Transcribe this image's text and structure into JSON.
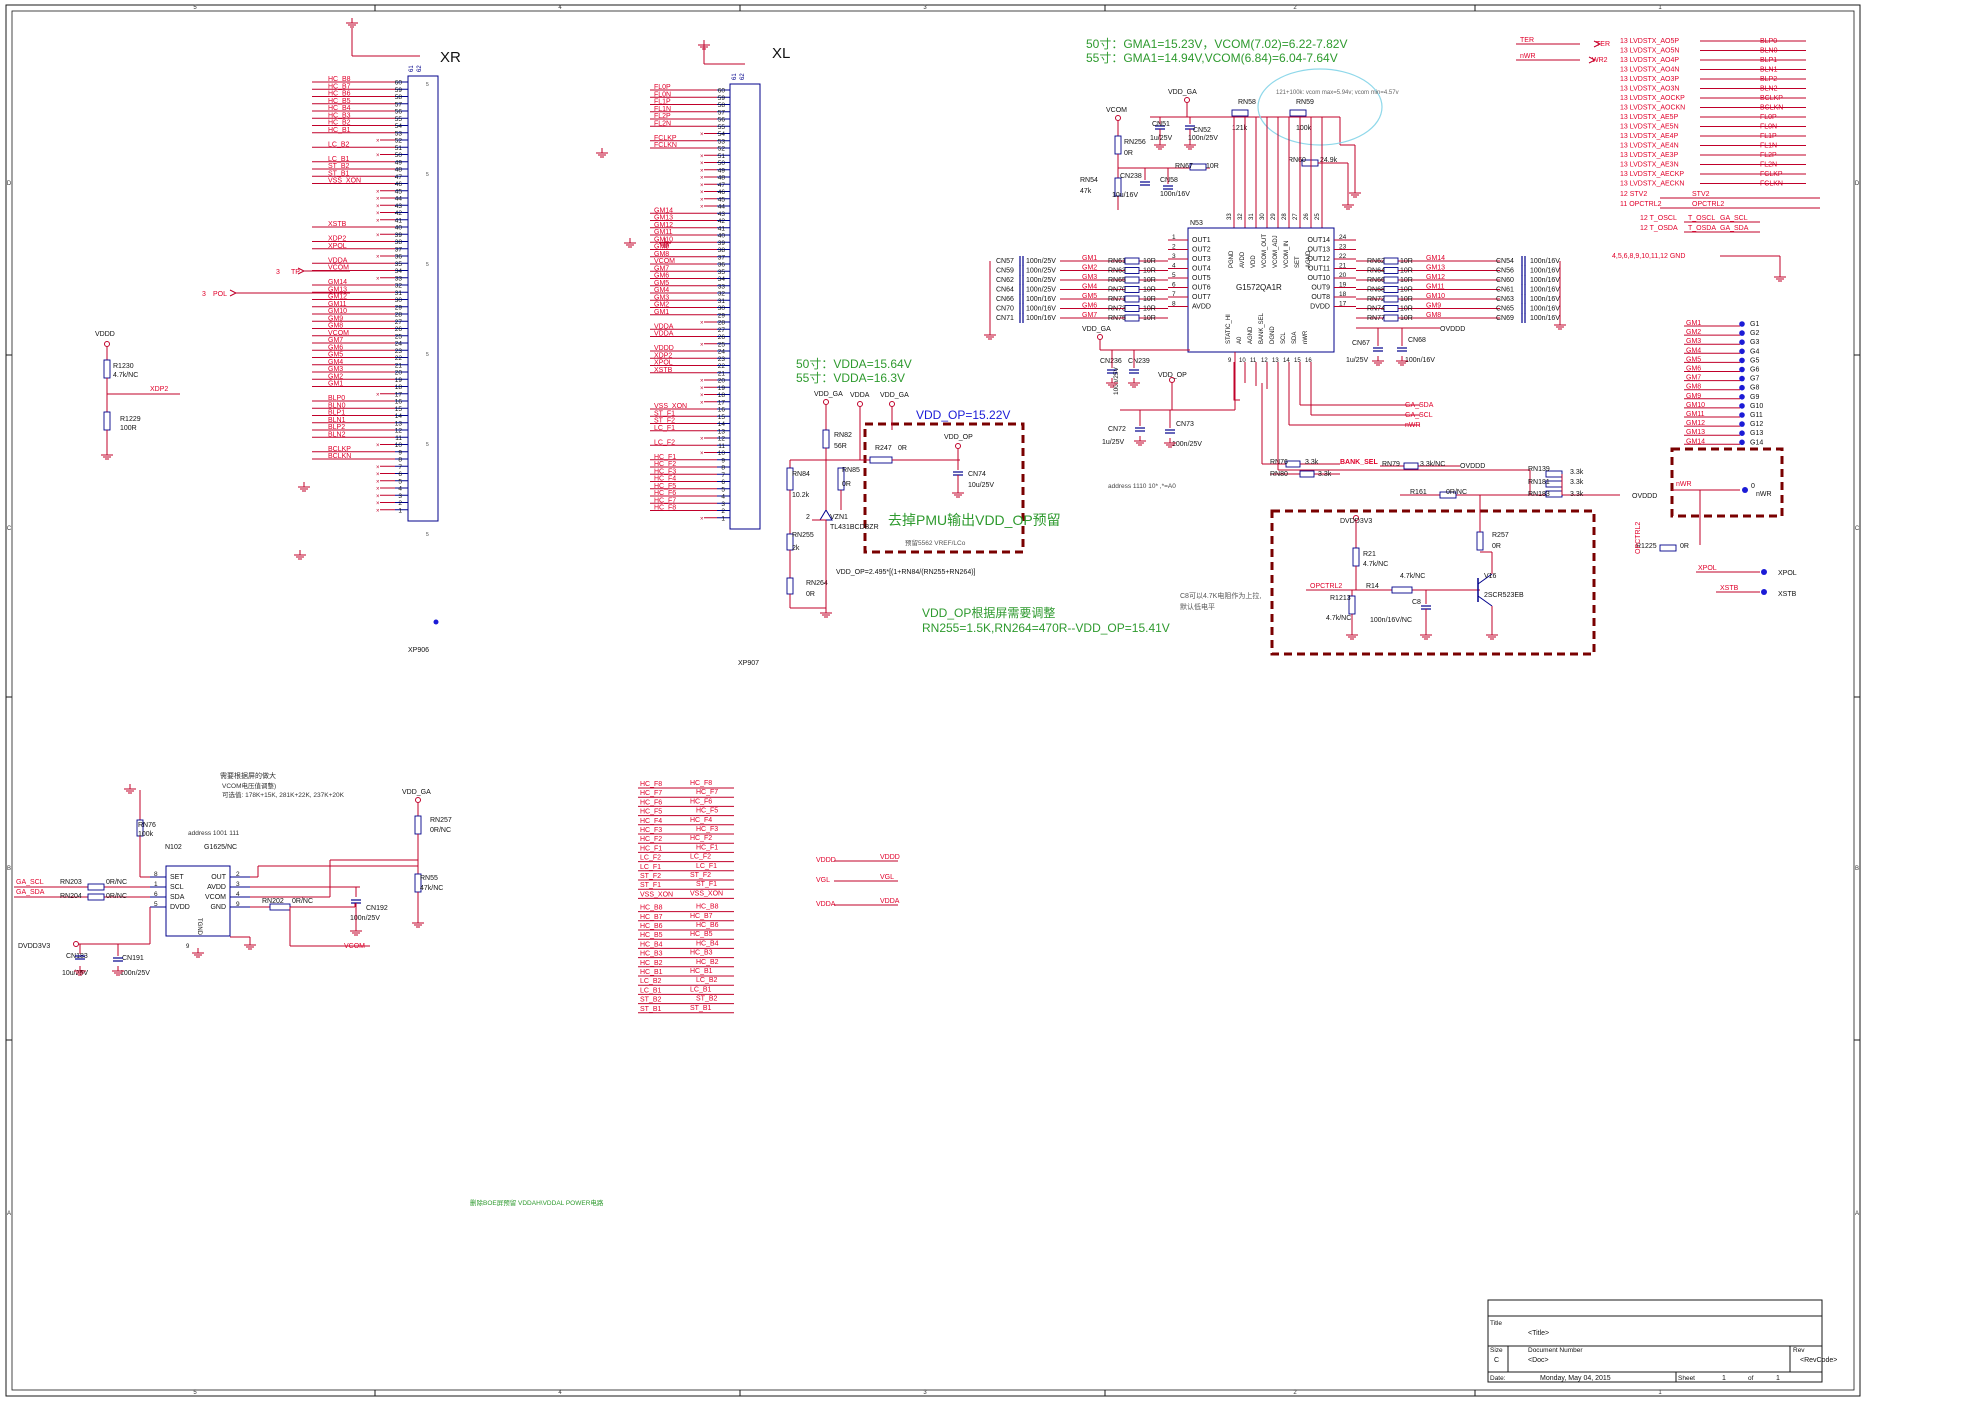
{
  "border": {
    "top_cols": [
      "5",
      "4",
      "3",
      "2",
      "1"
    ],
    "bottom_cols": [
      "5",
      "4",
      "3",
      "2",
      "1"
    ],
    "rows": [
      "D",
      "C",
      "B",
      "A"
    ]
  },
  "connector_xr": {
    "title": "XR",
    "ref": "XP906",
    "pins": [
      {
        "n": "60",
        "net": "HC_B8"
      },
      {
        "n": "59",
        "net": "HC_B7"
      },
      {
        "n": "58",
        "net": "HC_B6"
      },
      {
        "n": "57",
        "net": "HC_B5"
      },
      {
        "n": "56",
        "net": "HC_B4"
      },
      {
        "n": "55",
        "net": "HC_B3"
      },
      {
        "n": "54",
        "net": "HC_B2"
      },
      {
        "n": "53",
        "net": "HC_B1"
      },
      {
        "n": "52",
        "net": ""
      },
      {
        "n": "51",
        "net": "LC_B2"
      },
      {
        "n": "50",
        "net": ""
      },
      {
        "n": "49",
        "net": "LC_B1"
      },
      {
        "n": "48",
        "net": "ST_B2"
      },
      {
        "n": "47",
        "net": "ST_B1"
      },
      {
        "n": "46",
        "net": "VSS_XON"
      },
      {
        "n": "45",
        "net": ""
      },
      {
        "n": "44",
        "net": ""
      },
      {
        "n": "43",
        "net": ""
      },
      {
        "n": "42",
        "net": ""
      },
      {
        "n": "41",
        "net": ""
      },
      {
        "n": "40",
        "net": "XSTB"
      },
      {
        "n": "39",
        "net": ""
      },
      {
        "n": "38",
        "net": "XDP2"
      },
      {
        "n": "37",
        "net": "XPOL"
      },
      {
        "n": "36",
        "net": ""
      },
      {
        "n": "35",
        "net": "VDDA"
      },
      {
        "n": "34",
        "net": "VCOM"
      },
      {
        "n": "33",
        "net": ""
      },
      {
        "n": "32",
        "net": "GM14"
      },
      {
        "n": "31",
        "net": "GM13"
      },
      {
        "n": "30",
        "net": "GM12"
      },
      {
        "n": "29",
        "net": "GM11"
      },
      {
        "n": "28",
        "net": "GM10"
      },
      {
        "n": "27",
        "net": "GM9"
      },
      {
        "n": "26",
        "net": "GM8"
      },
      {
        "n": "25",
        "net": "VCOM"
      },
      {
        "n": "24",
        "net": "GM7"
      },
      {
        "n": "23",
        "net": "GM6"
      },
      {
        "n": "22",
        "net": "GM5"
      },
      {
        "n": "21",
        "net": "GM4"
      },
      {
        "n": "20",
        "net": "GM3"
      },
      {
        "n": "19",
        "net": "GM2"
      },
      {
        "n": "18",
        "net": "GM1"
      },
      {
        "n": "17",
        "net": ""
      },
      {
        "n": "16",
        "net": "BLP0"
      },
      {
        "n": "15",
        "net": "BLN0"
      },
      {
        "n": "14",
        "net": "BLP1"
      },
      {
        "n": "13",
        "net": "BLN1"
      },
      {
        "n": "12",
        "net": "BLP2"
      },
      {
        "n": "11",
        "net": "BLN2"
      },
      {
        "n": "10",
        "net": ""
      },
      {
        "n": "9",
        "net": "BCLKP"
      },
      {
        "n": "8",
        "net": "BCLKN"
      },
      {
        "n": "7",
        "net": ""
      },
      {
        "n": "6",
        "net": ""
      },
      {
        "n": "5",
        "net": ""
      },
      {
        "n": "4",
        "net": ""
      },
      {
        "n": "3",
        "net": ""
      },
      {
        "n": "2",
        "net": ""
      },
      {
        "n": "1",
        "net": ""
      }
    ],
    "side_labels": [
      "3",
      "TP",
      "3",
      "POL"
    ]
  },
  "connector_xl": {
    "title": "XL",
    "ref": "XP907",
    "pins": [
      {
        "n": "60",
        "net": "FL0P"
      },
      {
        "n": "59",
        "net": "FL0N"
      },
      {
        "n": "58",
        "net": "FL1P"
      },
      {
        "n": "57",
        "net": "FL1N"
      },
      {
        "n": "56",
        "net": "FL2P"
      },
      {
        "n": "55",
        "net": "FL2N"
      },
      {
        "n": "54",
        "net": ""
      },
      {
        "n": "53",
        "net": "FCLKP"
      },
      {
        "n": "52",
        "net": "FCLKN"
      },
      {
        "n": "51",
        "net": ""
      },
      {
        "n": "50",
        "net": ""
      },
      {
        "n": "49",
        "net": ""
      },
      {
        "n": "48",
        "net": ""
      },
      {
        "n": "47",
        "net": ""
      },
      {
        "n": "46",
        "net": ""
      },
      {
        "n": "45",
        "net": ""
      },
      {
        "n": "44",
        "net": ""
      },
      {
        "n": "43",
        "net": "GM14"
      },
      {
        "n": "42",
        "net": "GM13"
      },
      {
        "n": "41",
        "net": "GM12"
      },
      {
        "n": "40",
        "net": "GM11"
      },
      {
        "n": "39",
        "net": "GM10"
      },
      {
        "n": "38",
        "net": "GM9"
      },
      {
        "n": "37",
        "net": "GM8"
      },
      {
        "n": "36",
        "net": "VCOM"
      },
      {
        "n": "35",
        "net": "GM7"
      },
      {
        "n": "34",
        "net": "GM6"
      },
      {
        "n": "33",
        "net": "GM5"
      },
      {
        "n": "32",
        "net": "GM4"
      },
      {
        "n": "31",
        "net": "GM3"
      },
      {
        "n": "30",
        "net": "GM2"
      },
      {
        "n": "29",
        "net": "GM1"
      },
      {
        "n": "28",
        "net": ""
      },
      {
        "n": "27",
        "net": "VDDA"
      },
      {
        "n": "26",
        "net": "VDDA"
      },
      {
        "n": "25",
        "net": ""
      },
      {
        "n": "24",
        "net": "VDDD"
      },
      {
        "n": "23",
        "net": "XDP2"
      },
      {
        "n": "22",
        "net": "XPOL"
      },
      {
        "n": "21",
        "net": "XSTB"
      },
      {
        "n": "20",
        "net": ""
      },
      {
        "n": "19",
        "net": ""
      },
      {
        "n": "18",
        "net": ""
      },
      {
        "n": "17",
        "net": ""
      },
      {
        "n": "16",
        "net": "VSS_XON"
      },
      {
        "n": "15",
        "net": "ST_F1"
      },
      {
        "n": "14",
        "net": "ST_F2"
      },
      {
        "n": "13",
        "net": "LC_F1"
      },
      {
        "n": "12",
        "net": ""
      },
      {
        "n": "11",
        "net": "LC_F2"
      },
      {
        "n": "10",
        "net": ""
      },
      {
        "n": "9",
        "net": "HC_F1"
      },
      {
        "n": "8",
        "net": "HC_F2"
      },
      {
        "n": "7",
        "net": "HC_F3"
      },
      {
        "n": "6",
        "net": "HC_F4"
      },
      {
        "n": "5",
        "net": "HC_F5"
      },
      {
        "n": "4",
        "net": "HC_F6"
      },
      {
        "n": "3",
        "net": "HC_F7"
      },
      {
        "n": "2",
        "net": "HC_F8"
      },
      {
        "n": "1",
        "net": ""
      }
    ]
  },
  "vddd_divider": {
    "net": "VDDD",
    "r1": "R1230",
    "r1v": "4.7k/NC",
    "r2": "R1229",
    "r2v": "100R",
    "out": "XDP2"
  },
  "gamma_notes": {
    "line1": "50寸：GMA1=15.23V，VCOM(7.02)=6.22-7.82V",
    "line2": "55寸：GMA1=14.94V,VCOM(6.84)=6.04-7.64V"
  },
  "vdda_notes": {
    "line1": "50寸：VDDA=15.64V",
    "line2": "55寸：VDDA=16.3V"
  },
  "gamma_ic": {
    "ref": "N53",
    "part": "G1572QA1R",
    "top_pins": [
      "33",
      "32",
      "31",
      "30",
      "29",
      "28",
      "27",
      "26",
      "25"
    ],
    "top_names": [
      "PGND",
      "AVDD",
      "VDD",
      "VCOM_OUT",
      "VCOM_ADJ",
      "VCOM_IN",
      "SET",
      "AGND"
    ],
    "left_pins": [
      {
        "n": "1",
        "name": "OUT1"
      },
      {
        "n": "2",
        "name": "OUT2"
      },
      {
        "n": "3",
        "name": "OUT3"
      },
      {
        "n": "4",
        "name": "OUT4"
      },
      {
        "n": "5",
        "name": "OUT5"
      },
      {
        "n": "6",
        "name": "OUT6"
      },
      {
        "n": "7",
        "name": "OUT7"
      },
      {
        "n": "8",
        "name": "AVDD"
      }
    ],
    "right_pins": [
      {
        "n": "24",
        "name": "OUT14"
      },
      {
        "n": "23",
        "name": "OUT13"
      },
      {
        "n": "22",
        "name": "OUT12"
      },
      {
        "n": "21",
        "name": "OUT11"
      },
      {
        "n": "20",
        "name": "OUT10"
      },
      {
        "n": "19",
        "name": "OUT9"
      },
      {
        "n": "18",
        "name": "OUT8"
      },
      {
        "n": "17",
        "name": "DVDD"
      }
    ],
    "bottom_names": [
      "STATIC_HI",
      "A0",
      "AGND",
      "BANK_SEL",
      "DGND",
      "SCL",
      "SDA",
      "nWR"
    ],
    "bottom_pins": [
      "9",
      "10",
      "11",
      "12",
      "13",
      "14",
      "15",
      "16"
    ],
    "address": "address 1110 10*  ,*=A0"
  },
  "gamma_left_rows": [
    {
      "cap": "CN57",
      "capv": "100n/25V",
      "net": "GM1",
      "res": "RN61",
      "resv": "10R"
    },
    {
      "cap": "CN59",
      "capv": "100n/25V",
      "net": "GM2",
      "res": "RN63",
      "resv": "10R"
    },
    {
      "cap": "CN62",
      "capv": "100n/25V",
      "net": "GM3",
      "res": "RN65",
      "resv": "10R"
    },
    {
      "cap": "CN64",
      "capv": "100n/25V",
      "net": "GM4",
      "res": "RN70",
      "resv": "10R"
    },
    {
      "cap": "CN66",
      "capv": "100n/16V",
      "net": "GM5",
      "res": "RN71",
      "resv": "10R"
    },
    {
      "cap": "CN70",
      "capv": "100n/16V",
      "net": "GM6",
      "res": "RN73",
      "resv": "10R"
    },
    {
      "cap": "CN71",
      "capv": "100n/16V",
      "net": "GM7",
      "res": "RN75",
      "resv": "10R"
    }
  ],
  "gamma_right_rows": [
    {
      "res": "RN62",
      "resv": "10R",
      "net": "GM14",
      "cap": "CN54",
      "capv": "100n/16V"
    },
    {
      "res": "RN64",
      "resv": "10R",
      "net": "GM13",
      "cap": "CN56",
      "capv": "100n/16V"
    },
    {
      "res": "RN66",
      "resv": "10R",
      "net": "GM12",
      "cap": "CN60",
      "capv": "100n/16V"
    },
    {
      "res": "RN68",
      "resv": "10R",
      "net": "GM11",
      "cap": "CN61",
      "capv": "100n/16V"
    },
    {
      "res": "RN72",
      "resv": "10R",
      "net": "GM10",
      "cap": "CN63",
      "capv": "100n/16V"
    },
    {
      "res": "RN74",
      "resv": "10R",
      "net": "GM9",
      "cap": "CN65",
      "capv": "100n/16V"
    },
    {
      "res": "RN77",
      "resv": "10R",
      "net": "GM8",
      "cap": "CN69",
      "capv": "100n/16V"
    }
  ],
  "gamma_top": {
    "vdd_ga": "VDD_GA",
    "cn51": "CN51",
    "cn51v": "1u/25V",
    "cn52": "CN52",
    "cn52v": "100n/25V",
    "rn58": "RN58",
    "rn58v": "121k",
    "rn59": "RN59",
    "rn59v": "100k",
    "note": "121+100k: vcom max=5.94v; vcom min=4.57v",
    "vcom": "VCOM",
    "rn256": "RN256",
    "rn256v": "0R",
    "rn54": "RN54",
    "rn54v": "47k",
    "cn238": "CN238",
    "cn238v": "10u/16V",
    "cn58": "CN58",
    "cn58v": "100n/16V",
    "rn67": "RN67",
    "rn67v": "10R",
    "rn60": "RN60",
    "rn60v": "24.9k"
  },
  "gamma_bottom": {
    "vdd_ga": "VDD_GA",
    "cn236": "CN236",
    "cn239": "CN239",
    "cn236v": "100n/25V",
    "vdd_op": "VDD_OP",
    "cn72": "CN72",
    "cn72v": "1u/25V",
    "cn73": "CN73",
    "cn73v": "100n/25V",
    "cn67": "CN67",
    "cn67v": "1u/25V",
    "cn68": "CN68",
    "cn68v": "100n/16V",
    "ovddd": "OVDDD",
    "ga_sda": "GA_SDA",
    "ga_scl": "GA_SCL",
    "nwr": "nWR",
    "rn76": "RN76",
    "rn76v": "3.3k",
    "rn80": "RN80",
    "rn80v": "3.3k",
    "bank_sel": "BANK_SEL",
    "rn79": "RN79",
    "rn79v": "3.3k/NC",
    "ovddd2": "OVDDD",
    "rn139": "RN139",
    "rn139v": "3.3k",
    "rn181": "RN181",
    "rn181v": "3.3k",
    "rn183": "RN183",
    "rn183v": "3.3k",
    "ovddd3": "OVDDD"
  },
  "vdd_op_box": {
    "title": "VDD_OP=15.22V",
    "note": "去掉PMU输出VDD_OP预留",
    "sub": "预留5562 VREF/LCo",
    "vdda": "VDDA",
    "vdd_op_in": "VDD_GA",
    "vdd_op": "VDD_OP",
    "vdd_ga": "VDD_GA",
    "rn82": "RN82",
    "rn82v": "56R",
    "r247": "R247",
    "r247v": "0R",
    "rn84": "RN84",
    "rn84v": "10.2k",
    "rn85": "RN85",
    "rn85v": "0R",
    "cn74": "CN74",
    "cn74v": "10u/25V",
    "vzn1": "VZN1",
    "tl": "TL431BCDBZR",
    "rn255": "RN255",
    "rn255v": "2k",
    "rn264": "RN264",
    "rn264v": "0R",
    "formula": "VDD_OP=2.495*[(1+RN84/(RN255+RN264)]",
    "adjust1": "VDD_OP根据屏需要调整",
    "adjust2": "RN255=1.5K,RN264=470R--VDD_OP=15.41V"
  },
  "opctrl_box": {
    "dvdd": "DVDD3V3",
    "r21": "R21",
    "r21v": "4.7k/NC",
    "r14": "R14",
    "r14v": "4.7k/NC",
    "opctrl": "OPCTRL2",
    "r1213": "R1213",
    "r1213v": "4.7k/NC",
    "c8": "C8",
    "c8v": "100n/16V/NC",
    "v16": "V16",
    "v16p": "2SCR523EB",
    "r257": "R257",
    "r257v": "0R",
    "r161": "R161",
    "r161v": "0R/NC",
    "note1": "C8可以4.7K电阻作为上拉,",
    "note2": "默认低电平"
  },
  "nwr_box": {
    "nwr": "nWR",
    "tp": "0",
    "tpname": "nWR",
    "opctrl": "OPCTRL2",
    "r1225": "R1225",
    "r1225v": "0R"
  },
  "lvds_block": {
    "ter": "TER",
    "ter_out": "TER",
    "nwr": "nWR",
    "nwr_out": "WR2",
    "left": [
      "13 LVDSTX_AO5P",
      "13 LVDSTX_AO5N",
      "13 LVDSTX_AO4P",
      "13 LVDSTX_AO4N",
      "13 LVDSTX_AO3P",
      "13 LVDSTX_AO3N",
      "13 LVDSTX_AOCKP",
      "13 LVDSTX_AOCKN",
      "13 LVDSTX_AE5P",
      "13 LVDSTX_AE5N",
      "13 LVDSTX_AE4P",
      "13 LVDSTX_AE4N",
      "13 LVDSTX_AE3P",
      "13 LVDSTX_AE3N",
      "13 LVDSTX_AECKP",
      "13 LVDSTX_AECKN"
    ],
    "right": [
      "BLP0",
      "BLN0",
      "BLP1",
      "BLN1",
      "BLP2",
      "BLN2",
      "BCLKP",
      "BCLKN",
      "FL0P",
      "FL0N",
      "FL1P",
      "FL1N",
      "FL2P",
      "FL2N",
      "FCLKP",
      "FCLKN"
    ],
    "stv2": "12 STV2",
    "stv2_out": "STV2",
    "opctrl": "11 OPCTRL2",
    "opctrl_out": "OPCTRL2",
    "tosc": "12 T_OSCL",
    "tosc_out": "GA_SCL",
    "tosd": "12 T_OSDA",
    "tosd_out": "GA_SDA",
    "tosc_lbl": "T_OSCL",
    "tosd_lbl": "T_OSDA",
    "gnd": "4,5,6,8,9,10,11,12  GND"
  },
  "test_points": {
    "nets": [
      "GM1",
      "GM2",
      "GM3",
      "GM4",
      "GM5",
      "GM6",
      "GM7",
      "GM8",
      "GM9",
      "GM10",
      "GM11",
      "GM12",
      "GM13",
      "GM14"
    ],
    "tps": [
      "G1",
      "G2",
      "G3",
      "G4",
      "G5",
      "G6",
      "G7",
      "G8",
      "G9",
      "G10",
      "G11",
      "G12",
      "G13",
      "G14"
    ],
    "xpol": "XPOL",
    "xstb": "XSTB"
  },
  "vcom_ic": {
    "note1": "需要根据屏的做大",
    "note2": "VCOM电压值调整)",
    "note3": "可选值: 178K+15K, 281K+22K, 237K+20K",
    "addr": "address 1001 111",
    "ref": "N102",
    "part": "G1625/NC",
    "pins_left": [
      {
        "n": "8",
        "name": "SET"
      },
      {
        "n": "1",
        "name": "SCL"
      },
      {
        "n": "6",
        "name": "SDA"
      },
      {
        "n": "5",
        "name": "DVDD"
      }
    ],
    "pins_right": [
      {
        "n": "2",
        "name": "OUT"
      },
      {
        "n": "3",
        "name": "AVDD"
      },
      {
        "n": "4",
        "name": "VCOM"
      },
      {
        "n": "9",
        "name": "GND"
      }
    ],
    "tgnd": "TGND",
    "rn76": "RN76",
    "rn76v": "100k",
    "vdd_ga": "VDD_GA",
    "rn257": "RN257",
    "rn257v": "0R/NC",
    "rn55": "RN55",
    "rn55v": "47k/NC",
    "ga_scl": "GA_SCL",
    "ga_sda": "GA_SDA",
    "rn203": "RN203",
    "rn203v": "0R/NC",
    "rn204": "RN204",
    "rn204v": "0R/NC",
    "rn202": "RN202",
    "rn202v": "0R/NC",
    "cn192": "CN192",
    "cn192v": "100n/25V",
    "vcom": "VCOM",
    "dvdd": "DVDD3V3",
    "cn183": "CN183",
    "cn183v": "10u/25V",
    "cn191": "CN191",
    "cn191v": "100n/25V"
  },
  "net_aliases": [
    [
      "HC_F8",
      "HC_F8"
    ],
    [
      "HC_F7",
      "HC_F7"
    ],
    [
      "HC_F6",
      "HC_F6"
    ],
    [
      "HC_F5",
      "HC_F5"
    ],
    [
      "HC_F4",
      "HC_F4"
    ],
    [
      "HC_F3",
      "HC_F3"
    ],
    [
      "HC_F2",
      "HC_F2"
    ],
    [
      "HC_F1",
      "HC_F1"
    ],
    [
      "LC_F2",
      "LC_F2"
    ],
    [
      "LC_F1",
      "LC_F1"
    ],
    [
      "ST_F2",
      "ST_F2"
    ],
    [
      "ST_F1",
      "ST_F1"
    ],
    [
      "VSS_XON",
      "VSS_XON"
    ],
    [
      "HC_B8",
      "HC_B8"
    ],
    [
      "HC_B7",
      "HC_B7"
    ],
    [
      "HC_B6",
      "HC_B6"
    ],
    [
      "HC_B5",
      "HC_B5"
    ],
    [
      "HC_B4",
      "HC_B4"
    ],
    [
      "HC_B3",
      "HC_B3"
    ],
    [
      "HC_B2",
      "HC_B2"
    ],
    [
      "HC_B1",
      "HC_B1"
    ],
    [
      "LC_B2",
      "LC_B2"
    ],
    [
      "LC_B1",
      "LC_B1"
    ],
    [
      "ST_B2",
      "ST_B2"
    ],
    [
      "ST_B1",
      "ST_B1"
    ]
  ],
  "power_aliases": [
    [
      "VDDD",
      "VDDD"
    ],
    [
      "VGL",
      "VGL"
    ],
    [
      "VDDA",
      "VDDA"
    ]
  ],
  "footnote": "删除BOE屏预留 VDDAH\\VDDAL POWER电路",
  "title_block": {
    "title_lbl": "Title",
    "title": "<Title>",
    "size_lbl": "Size",
    "size": "C",
    "docnum_lbl": "Document Number",
    "docnum": "<Doc>",
    "rev_lbl": "Rev",
    "rev": "<RevCode>",
    "date_lbl": "Date:",
    "date": "Monday, May 04, 2015",
    "sheet_lbl": "Sheet",
    "sheet": "1",
    "of_lbl": "of",
    "of": "1"
  },
  "colors": {
    "wire": "#c0002a",
    "net": "#e0002a",
    "part": "#00008b",
    "frame": "#1a1a1a",
    "note": "#2e9a2e",
    "dash": "#7a0000",
    "blue": "#1b1bd6",
    "ellipse": "#8fd8ea"
  }
}
